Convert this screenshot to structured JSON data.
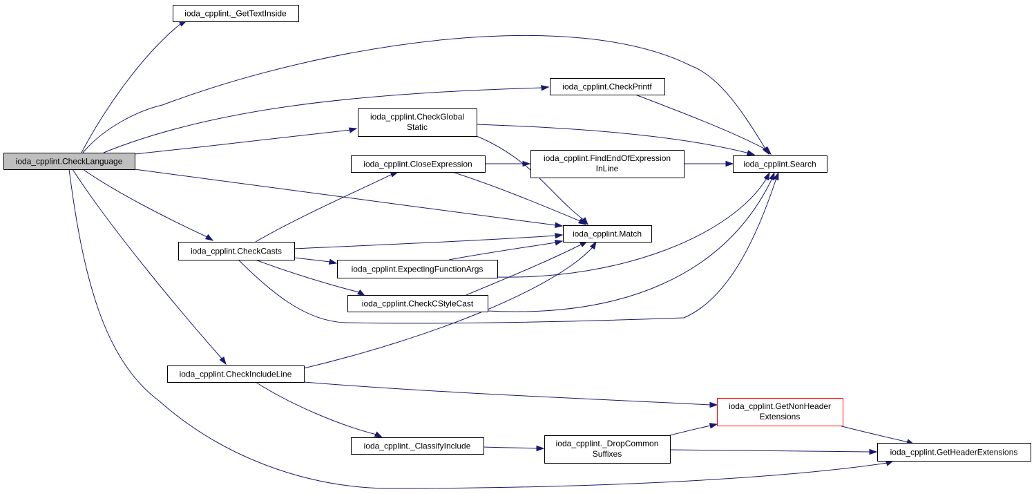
{
  "colors": {
    "edge": "#191970",
    "node_border": "#000000",
    "node_fill": "#ffffff",
    "root_fill": "#bfbfbf",
    "truncated_border": "#ff0000"
  },
  "nodes": {
    "check_language": {
      "lines": [
        "ioda_cpplint.CheckLanguage"
      ],
      "style": "root"
    },
    "get_text_inside": {
      "lines": [
        "ioda_cpplint._GetTextInside"
      ],
      "style": "normal"
    },
    "check_printf": {
      "lines": [
        "ioda_cpplint.CheckPrintf"
      ],
      "style": "normal"
    },
    "check_global_static": {
      "lines": [
        "ioda_cpplint.CheckGlobal",
        "Static"
      ],
      "style": "normal"
    },
    "close_expression": {
      "lines": [
        "ioda_cpplint.CloseExpression"
      ],
      "style": "normal"
    },
    "find_end_of_expression_in_line": {
      "lines": [
        "ioda_cpplint.FindEndOfExpression",
        "InLine"
      ],
      "style": "normal"
    },
    "search": {
      "lines": [
        "ioda_cpplint.Search"
      ],
      "style": "normal"
    },
    "match": {
      "lines": [
        "ioda_cpplint.Match"
      ],
      "style": "normal"
    },
    "check_casts": {
      "lines": [
        "ioda_cpplint.CheckCasts"
      ],
      "style": "normal"
    },
    "expecting_function_args": {
      "lines": [
        "ioda_cpplint.ExpectingFunctionArgs"
      ],
      "style": "normal"
    },
    "check_c_style_cast": {
      "lines": [
        "ioda_cpplint.CheckCStyleCast"
      ],
      "style": "normal"
    },
    "check_include_line": {
      "lines": [
        "ioda_cpplint.CheckIncludeLine"
      ],
      "style": "normal"
    },
    "get_non_header_extensions": {
      "lines": [
        "ioda_cpplint.GetNonHeader",
        "Extensions"
      ],
      "style": "truncated"
    },
    "classify_include": {
      "lines": [
        "ioda_cpplint._ClassifyInclude"
      ],
      "style": "normal"
    },
    "drop_common_suffixes": {
      "lines": [
        "ioda_cpplint._DropCommon",
        "Suffixes"
      ],
      "style": "normal"
    },
    "get_header_extensions": {
      "lines": [
        "ioda_cpplint.GetHeaderExtensions"
      ],
      "style": "normal"
    }
  },
  "edges": [
    {
      "from": "check_language",
      "to": "get_text_inside"
    },
    {
      "from": "check_language",
      "to": "search"
    },
    {
      "from": "check_language",
      "to": "check_printf"
    },
    {
      "from": "check_language",
      "to": "check_global_static"
    },
    {
      "from": "check_language",
      "to": "match"
    },
    {
      "from": "check_language",
      "to": "check_casts"
    },
    {
      "from": "check_language",
      "to": "check_include_line"
    },
    {
      "from": "check_language",
      "to": "get_header_extensions"
    },
    {
      "from": "check_printf",
      "to": "search"
    },
    {
      "from": "check_global_static",
      "to": "search"
    },
    {
      "from": "check_global_static",
      "to": "match"
    },
    {
      "from": "close_expression",
      "to": "find_end_of_expression_in_line"
    },
    {
      "from": "close_expression",
      "to": "match"
    },
    {
      "from": "find_end_of_expression_in_line",
      "to": "search"
    },
    {
      "from": "check_casts",
      "to": "close_expression"
    },
    {
      "from": "check_casts",
      "to": "match"
    },
    {
      "from": "check_casts",
      "to": "expecting_function_args"
    },
    {
      "from": "check_casts",
      "to": "check_c_style_cast"
    },
    {
      "from": "check_casts",
      "to": "search"
    },
    {
      "from": "expecting_function_args",
      "to": "match"
    },
    {
      "from": "expecting_function_args",
      "to": "search"
    },
    {
      "from": "check_c_style_cast",
      "to": "match"
    },
    {
      "from": "check_c_style_cast",
      "to": "search"
    },
    {
      "from": "check_include_line",
      "to": "match"
    },
    {
      "from": "check_include_line",
      "to": "get_non_header_extensions"
    },
    {
      "from": "check_include_line",
      "to": "classify_include"
    },
    {
      "from": "classify_include",
      "to": "drop_common_suffixes"
    },
    {
      "from": "drop_common_suffixes",
      "to": "get_non_header_extensions"
    },
    {
      "from": "drop_common_suffixes",
      "to": "get_header_extensions"
    },
    {
      "from": "get_non_header_extensions",
      "to": "get_header_extensions"
    }
  ]
}
